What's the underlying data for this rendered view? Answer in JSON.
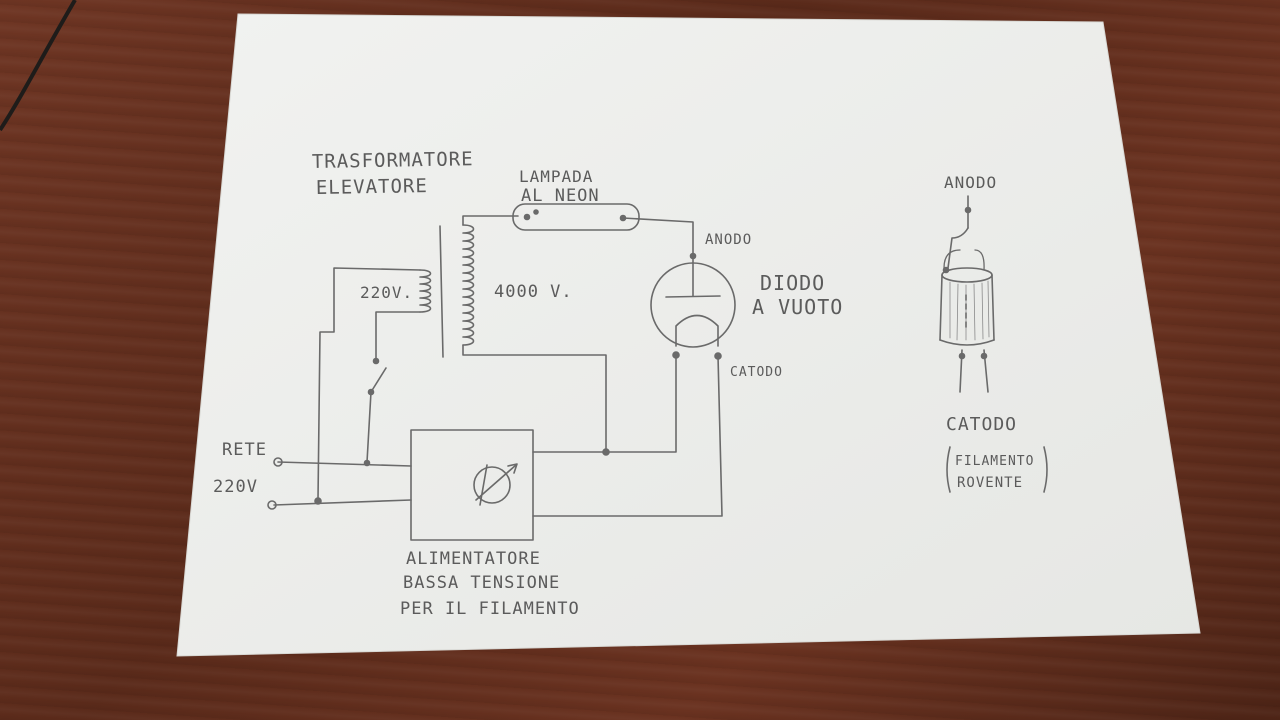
{
  "labels": {
    "transformer_line1": "TRASFORMATORE",
    "transformer_line2": "ELEVATORE",
    "lamp_line1": "LAMPADA",
    "lamp_line2": "AL NEON",
    "anode_main": "ANODO",
    "diode_line1": "DIODO",
    "diode_line2": "A VUOTO",
    "cathode_main": "CATODO",
    "primary_voltage": "220V.",
    "secondary_voltage": "4000 V.",
    "mains_line1": "RETE",
    "mains_line2": "220V",
    "psu_line1": "ALIMENTATORE",
    "psu_line2": "BASSA TENSIONE",
    "psu_line3": "PER IL FILAMENTO",
    "detail_anode": "ANODO",
    "detail_cathode": "CATODO",
    "detail_filament_line1": "FILAMENTO",
    "detail_filament_line2": "ROVENTE"
  },
  "colors": {
    "ink": "#6a6a6a",
    "paper": "#ecedeb",
    "table": "#5e2c1b"
  }
}
